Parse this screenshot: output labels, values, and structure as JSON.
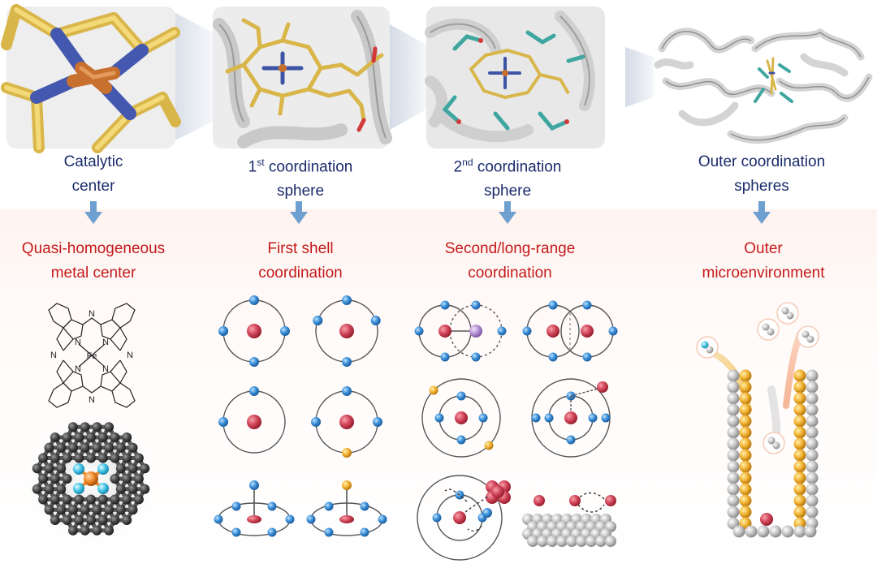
{
  "columns": [
    {
      "level_line1": "Catalytic",
      "level_line2": "center",
      "strategy_line1": "Quasi-homogeneous",
      "strategy_line2": "metal center",
      "molecule_metal": "Fe",
      "molecule_n": "N"
    },
    {
      "level_prefix": "1",
      "level_sup": "st",
      "level_line1_rest": " coordination",
      "level_line2": "sphere",
      "strategy_line1": "First shell",
      "strategy_line2": "coordination"
    },
    {
      "level_prefix": "2",
      "level_sup": "nd",
      "level_line1_rest": " coordination",
      "level_line2": "sphere",
      "strategy_line1": "Second/long-range",
      "strategy_line2": "coordination"
    },
    {
      "level_line1": "Outer coordination",
      "level_line2": "spheres",
      "strategy_line1": "Outer",
      "strategy_line2": "microenvironment"
    }
  ],
  "colors": {
    "level_text": "#1a2b6b",
    "strategy_text": "#c41a1a",
    "arrow": "#6d9fd0",
    "metal_atom": "#c9384a",
    "ligand_atom": "#3b8fd8",
    "dopant_atom": "#f2b233",
    "heteroatom": "#b893d6",
    "carbon": "#4a4a4a",
    "copper": "#c8702d",
    "nitrogen": "#3d53a6",
    "porphyrin": "#e3c85c",
    "residue": "#3fa6a0",
    "gray_atom": "#bdbdbd",
    "orange_atom": "#f2b233"
  },
  "icons": [
    "arrow-down-icon",
    "cu-n4-stick-model",
    "porphyrin-active-site",
    "protein-second-sphere",
    "whole-enzyme-ribbon",
    "fe-phthalocyanine-structure",
    "graphene-fe-n4-model",
    "pore-channel-model"
  ]
}
